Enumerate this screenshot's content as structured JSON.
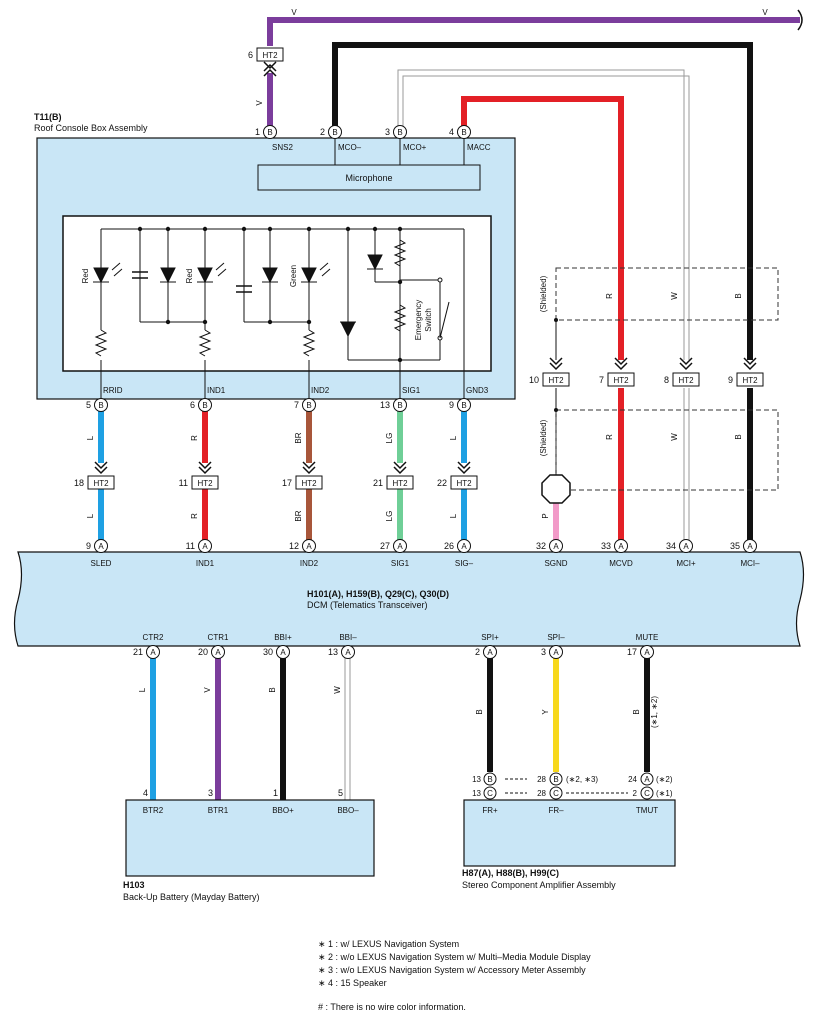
{
  "roof_console": {
    "ref": "T11(B)",
    "name": "Roof Console Box Assembly",
    "microphone": "Microphone",
    "top_pins": [
      {
        "num": "1",
        "conn": "B",
        "label": "SNS2"
      },
      {
        "num": "2",
        "conn": "B",
        "label": "MCO–"
      },
      {
        "num": "3",
        "conn": "B",
        "label": "MCO+"
      },
      {
        "num": "4",
        "conn": "B",
        "label": "MACC"
      }
    ],
    "bottom_pins": [
      {
        "num": "5",
        "conn": "B",
        "label": "RRID"
      },
      {
        "num": "6",
        "conn": "B",
        "label": "IND1"
      },
      {
        "num": "7",
        "conn": "B",
        "label": "IND2"
      },
      {
        "num": "13",
        "conn": "B",
        "label": "SIG1"
      },
      {
        "num": "9",
        "conn": "B",
        "label": "GND3"
      }
    ],
    "led_labels": [
      "Red",
      "Red",
      "Green"
    ],
    "switch_label_1": "Emergency",
    "switch_label_2": "Switch"
  },
  "dcm": {
    "ref": "H101(A), H159(B), Q29(C), Q30(D)",
    "name": "DCM (Telematics Transceiver)",
    "top_pins": [
      {
        "num": "9",
        "conn": "A",
        "label": "SLED"
      },
      {
        "num": "11",
        "conn": "A",
        "label": "IND1"
      },
      {
        "num": "12",
        "conn": "A",
        "label": "IND2"
      },
      {
        "num": "27",
        "conn": "A",
        "label": "SIG1"
      },
      {
        "num": "26",
        "conn": "A",
        "label": "SIG–"
      },
      {
        "num": "32",
        "conn": "A",
        "label": "SGND"
      },
      {
        "num": "33",
        "conn": "A",
        "label": "MCVD"
      },
      {
        "num": "34",
        "conn": "A",
        "label": "MCI+"
      },
      {
        "num": "35",
        "conn": "A",
        "label": "MCI–"
      }
    ],
    "bottom_pins": [
      {
        "num": "21",
        "conn": "A",
        "label": "CTR2"
      },
      {
        "num": "20",
        "conn": "A",
        "label": "CTR1"
      },
      {
        "num": "30",
        "conn": "A",
        "label": "BBI+"
      },
      {
        "num": "13",
        "conn": "A",
        "label": "BBI–"
      },
      {
        "num": "2",
        "conn": "A",
        "label": "SPI+"
      },
      {
        "num": "3",
        "conn": "A",
        "label": "SPI–"
      },
      {
        "num": "17",
        "conn": "A",
        "label": "MUTE"
      }
    ]
  },
  "battery": {
    "ref": "H103",
    "name": "Back-Up Battery (Mayday Battery)",
    "pins": [
      {
        "num": "4",
        "label": "BTR2"
      },
      {
        "num": "3",
        "label": "BTR1"
      },
      {
        "num": "1",
        "label": "BBO+"
      },
      {
        "num": "5",
        "label": "BBO–"
      }
    ]
  },
  "amplifier": {
    "ref": "H87(A), H88(B), H99(C)",
    "name": "Stereo Component Amplifier Assembly",
    "pins": [
      {
        "label": "FR+"
      },
      {
        "label": "FR–"
      },
      {
        "label": "TMUT"
      }
    ],
    "pin_rows": [
      {
        "a": "13",
        "ac": "B",
        "b": "28",
        "bc": "B",
        "note": "(∗2, ∗3)"
      },
      {
        "a": "13",
        "ac": "C",
        "b": "28",
        "bc": "C",
        "note": ""
      },
      {
        "a": "24",
        "ac": "A",
        "b": "",
        "bc": "",
        "note": "(∗2)"
      },
      {
        "a": "2",
        "ac": "C",
        "b": "",
        "bc": "",
        "note": "(∗1)"
      }
    ]
  },
  "connectors": {
    "ht2": "HT2",
    "ht2_pins": {
      "p6": "6",
      "p10": "10",
      "p7": "7",
      "p8": "8",
      "p9": "9",
      "p18": "18",
      "p11": "11",
      "p17": "17",
      "p21": "21",
      "p22": "22"
    }
  },
  "wire_colors": {
    "v": "V",
    "l": "L",
    "r": "R",
    "br": "BR",
    "lg": "LG",
    "w": "W",
    "b": "B",
    "p": "P",
    "y": "Y",
    "shielded": "(Shielded)",
    "mute_note": "(∗1, ∗2)"
  },
  "colors": {
    "box_fill": "#c9e6f6",
    "violet": "#7b3d9c",
    "black": "#111111",
    "red": "#e32026",
    "blue": "#1ea0e3",
    "brown": "#a8563a",
    "light_green": "#6fcf97",
    "pink": "#f29ac8",
    "yellow": "#f7d81c",
    "white_wire": "#9a9a9a"
  },
  "notes": [
    "∗ 1 : w/ LEXUS Navigation System",
    "∗ 2 : w/o LEXUS Navigation System w/ Multi–Media Module Display",
    "∗ 3 : w/o LEXUS Navigation System w/ Accessory Meter Assembly",
    "∗ 4 : 15 Speaker",
    "# : There is no wire color information."
  ]
}
